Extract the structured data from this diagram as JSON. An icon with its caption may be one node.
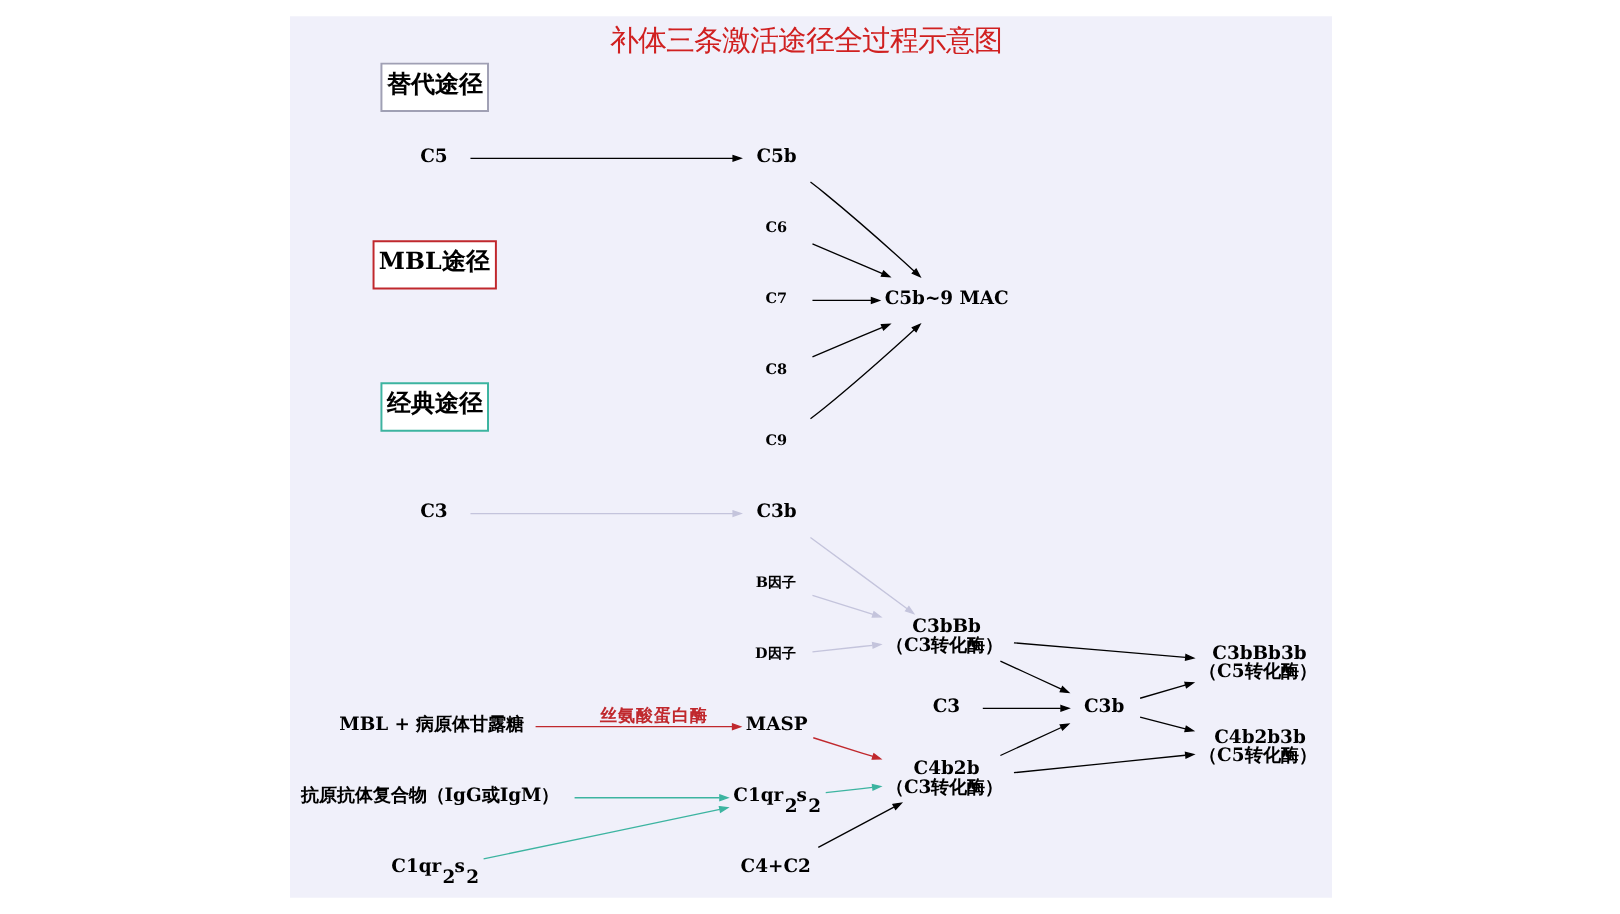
{
  "diagram": {
    "title": "补体三条激活途径全过程示意图",
    "nodes": [
      {
        "text": [
          "抗原抗体复合物（IgG或IgM）"
        ]
      },
      {
        "text": [
          "C1qr$_{2}$s$_{2}$"
        ]
      },
      {
        "text": [
          "C1qr$_{2}$s$_{2}$"
        ]
      },
      {
        "text": [
          "C4+C2"
        ]
      },
      {
        "text": [
          "C4b2b",
          "（C3转化酶）"
        ]
      },
      {
        "text": [
          "C4b2b3b",
          "（C5转化酶）"
        ]
      },
      {
        "text": [
          "经典途径"
        ]
      },
      {
        "text": [
          "MBL途径"
        ]
      },
      {
        "text": [
          "MBL + 病原体甘露糖"
        ]
      },
      {
        "text": [
          "MASP"
        ]
      },
      {
        "text": [
          "C3"
        ]
      },
      {
        "text": [
          "C3b"
        ]
      },
      {
        "text": [
          "C5"
        ]
      },
      {
        "text": [
          "C5b"
        ]
      },
      {
        "text": [
          "C5b~9 MAC"
        ]
      },
      {
        "text": [
          "C3"
        ]
      },
      {
        "text": [
          "C3b"
        ]
      },
      {
        "text": [
          "C3bBb",
          "（C3转化酶）"
        ]
      },
      {
        "text": [
          "C3bBb3b",
          "（C5转化酶）"
        ]
      },
      {
        "text": [
          "B因子"
        ]
      },
      {
        "text": [
          "D因子"
        ]
      },
      {
        "text": [
          "C6"
        ]
      },
      {
        "text": [
          "C7"
        ]
      },
      {
        "text": [
          "C8"
        ]
      },
      {
        "text": [
          "C9"
        ]
      },
      {
        "text": [
          "替代途径"
        ]
      }
    ],
    "edges": [
      {
        "from": 0,
        "to": 2,
        "arrow": "to",
        "color": "#3cb4a0"
      },
      {
        "from": 1,
        "to": 2,
        "arrow": "to",
        "color": "#3cb4a0"
      },
      {
        "from": 2,
        "to": 4,
        "arrow": "to",
        "color": "#3cb4a0"
      },
      {
        "from": 3,
        "to": 4,
        "arrow": "to"
      },
      {
        "from": 8,
        "to": 9,
        "arrow": "to",
        "label": "丝氨酸蛋白酶",
        "color": "#c0282d"
      },
      {
        "from": 9,
        "to": 4,
        "arrow": "to",
        "color": "#c0282d"
      },
      {
        "from": 4,
        "to": 11,
        "arrow": "to"
      },
      {
        "from": 10,
        "to": 11,
        "arrow": "to"
      },
      {
        "from": 17,
        "to": 11,
        "arrow": "to"
      },
      {
        "from": 4,
        "to": 5,
        "arrow": "to"
      },
      {
        "from": 11,
        "to": 5,
        "arrow": "to"
      },
      {
        "from": 11,
        "to": 18,
        "arrow": "to"
      },
      {
        "from": 17,
        "to": 18,
        "arrow": "to"
      },
      {
        "from": 12,
        "to": 13,
        "arrow": "to"
      },
      {
        "from": 13,
        "to": 14,
        "arrow": "to"
      },
      {
        "from": 21,
        "to": 14,
        "arrow": "to"
      },
      {
        "from": 22,
        "to": 14,
        "arrow": "to"
      },
      {
        "from": 23,
        "to": 14,
        "arrow": "to"
      },
      {
        "from": 24,
        "to": 14,
        "arrow": "to"
      },
      {
        "from": 15,
        "to": 16,
        "arrow": "to",
        "color": "#c4c4dc"
      },
      {
        "from": 16,
        "to": 17,
        "arrow": "to",
        "color": "#c4c4dc"
      },
      {
        "from": 19,
        "to": 17,
        "arrow": "to",
        "color": "#c4c4dc"
      },
      {
        "from": 20,
        "to": 17,
        "arrow": "to",
        "color": "#c4c4dc"
      }
    ]
  }
}
